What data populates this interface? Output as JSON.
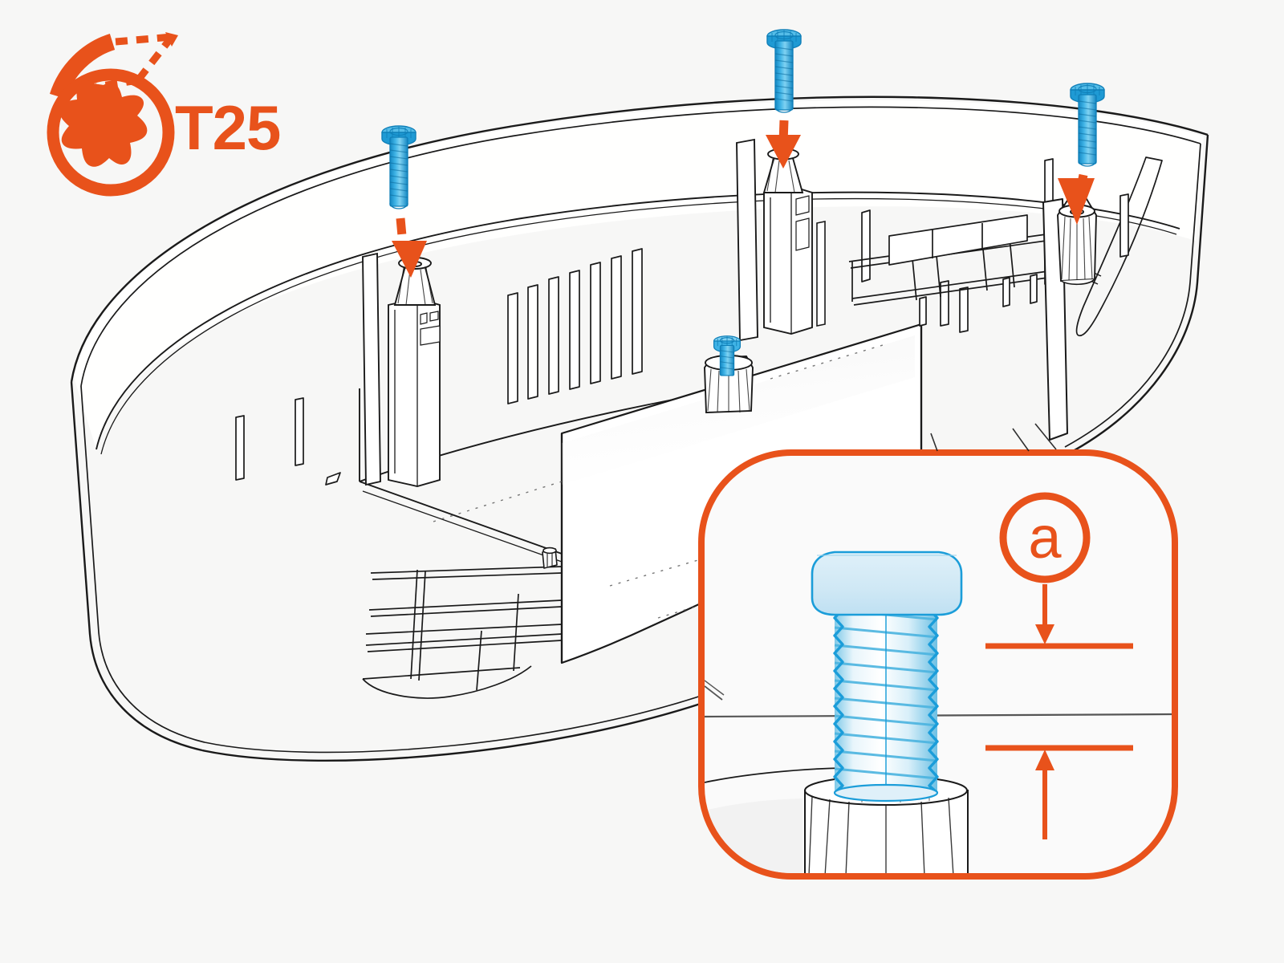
{
  "page": {
    "title": "Screw fastening assembly step",
    "background_color": "#f7f7f6"
  },
  "colors": {
    "accent_orange": "#e8521b",
    "screw_blue": "#1b9dd9",
    "screw_blue_light": "#cfe8f5",
    "line_black": "#1a1a1a",
    "surface_white": "#ffffff"
  },
  "tool_badge": {
    "name": "torx-t25-tool-icon",
    "label": "T25",
    "star_points": 6,
    "rotation_hint": "clockwise-tighten-arc"
  },
  "detail_callout": {
    "letter": "a",
    "name": "detail-view-a",
    "description": "screw seated in boss showing dimension a",
    "dimension_label": "a"
  },
  "screws": [
    {
      "id": "screw-left",
      "state": "floating",
      "label": ""
    },
    {
      "id": "screw-center",
      "state": "floating",
      "label": ""
    },
    {
      "id": "screw-right",
      "state": "floating",
      "label": ""
    },
    {
      "id": "screw-seated",
      "state": "installed",
      "label": ""
    }
  ],
  "arrows": [
    {
      "id": "arrow-left",
      "direction": "down",
      "style": "dashed"
    },
    {
      "id": "arrow-center",
      "direction": "down",
      "style": "dashed"
    },
    {
      "id": "arrow-right",
      "direction": "down",
      "style": "dashed"
    }
  ],
  "part": {
    "name": "oval-tub-housing",
    "fin_count": 7,
    "boss_count": 4
  }
}
